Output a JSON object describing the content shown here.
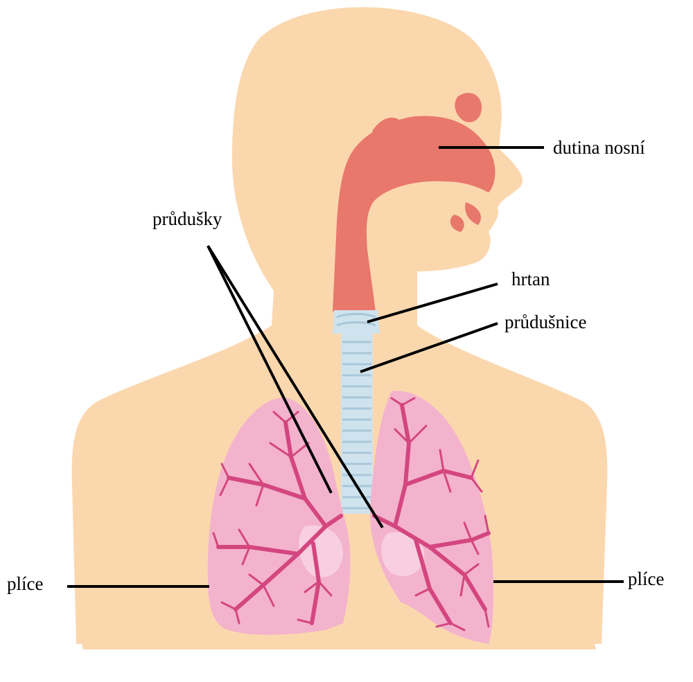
{
  "labels": {
    "nasal_cavity": "dutina nosní",
    "bronchi": "průdušky",
    "larynx": "hrtan",
    "trachea": "průdušnice",
    "lung_left": "plíce",
    "lung_right": "plíce"
  },
  "colors": {
    "body": "#fbd7ae",
    "airway": "#e8776c",
    "airway_dark": "#d45f57",
    "trachea": "#cfe3ee",
    "trachea_ring": "#a9c7da",
    "lung": "#f3b3cc",
    "lung_light": "#f8cfe0",
    "bronchial_tree": "#d44680",
    "line": "#000000"
  }
}
